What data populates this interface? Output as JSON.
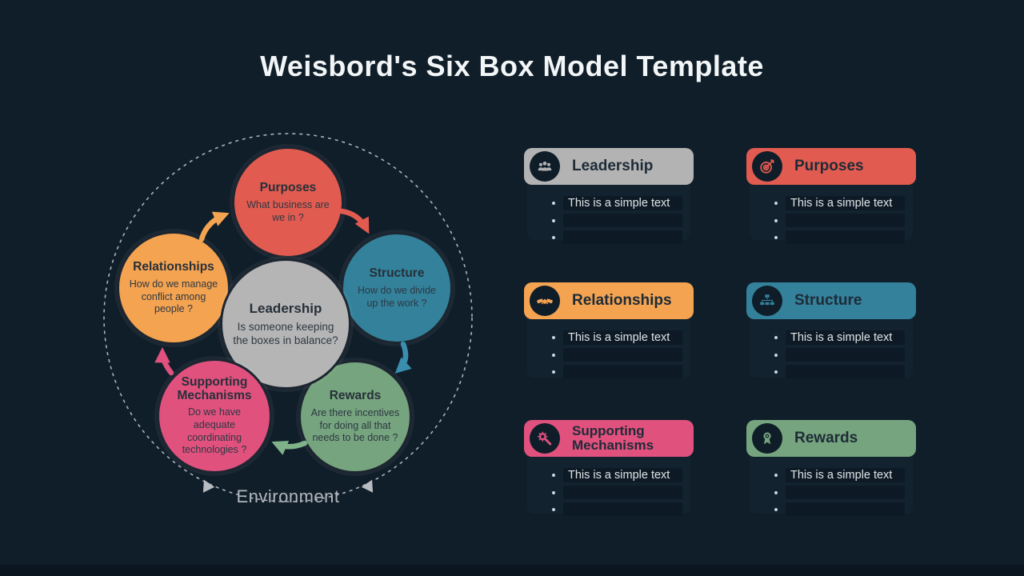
{
  "title": "Weisbord's Six Box Model Template",
  "diagram": {
    "environment_label": "Environment",
    "ring_color": "#a9b2b8",
    "ring_arrow_color": "#b9bdc2",
    "circles": [
      {
        "title": "Purposes",
        "question": "What business are we in ?",
        "color": "#e15b50"
      },
      {
        "title": "Structure",
        "question": "How do we divide up the work ?",
        "color": "#33819b"
      },
      {
        "title": "Rewards",
        "question": "Are there incentives for doing all that needs to be done ?",
        "color": "#75a47e"
      },
      {
        "title": "Supporting Mechanisms",
        "question": "Do we have adequate coordinating technologies ?",
        "color": "#e0517e"
      },
      {
        "title": "Relationships",
        "question": "How do we manage conflict among people ?",
        "color": "#f4a351"
      },
      {
        "title": "Leadership",
        "question": "Is someone keeping the boxes in balance?",
        "color": "#b5b5b5"
      }
    ],
    "arrows": [
      {
        "from": "relationships",
        "to": "purposes",
        "color": "#f4a351"
      },
      {
        "from": "purposes",
        "to": "structure",
        "color": "#e15b50"
      },
      {
        "from": "structure",
        "to": "rewards",
        "color": "#3a8fae"
      },
      {
        "from": "rewards",
        "to": "supporting-mechanisms",
        "color": "#7fb289"
      },
      {
        "from": "supporting-mechanisms",
        "to": "relationships",
        "color": "#e0517e"
      }
    ]
  },
  "cards": [
    {
      "title": "Leadership",
      "icon": "people-icon",
      "color": "#b3b3b3",
      "bullets": [
        "This is a simple text",
        "",
        ""
      ]
    },
    {
      "title": "Purposes",
      "icon": "target-icon",
      "color": "#e15b50",
      "bullets": [
        "This is a simple text",
        "",
        ""
      ]
    },
    {
      "title": "Relationships",
      "icon": "handshake-icon",
      "color": "#f4a351",
      "bullets": [
        "This is a simple text",
        "",
        ""
      ]
    },
    {
      "title": "Structure",
      "icon": "org-chart-icon",
      "color": "#33819b",
      "bullets": [
        "This is a simple text",
        "",
        ""
      ]
    },
    {
      "title": "Supporting Mechanisms",
      "icon": "gear-wrench-icon",
      "color": "#e0517e",
      "bullets": [
        "This is a simple text",
        "",
        ""
      ]
    },
    {
      "title": "Rewards",
      "icon": "medal-icon",
      "color": "#75a47e",
      "bullets": [
        "This is a simple text",
        "",
        ""
      ]
    }
  ]
}
